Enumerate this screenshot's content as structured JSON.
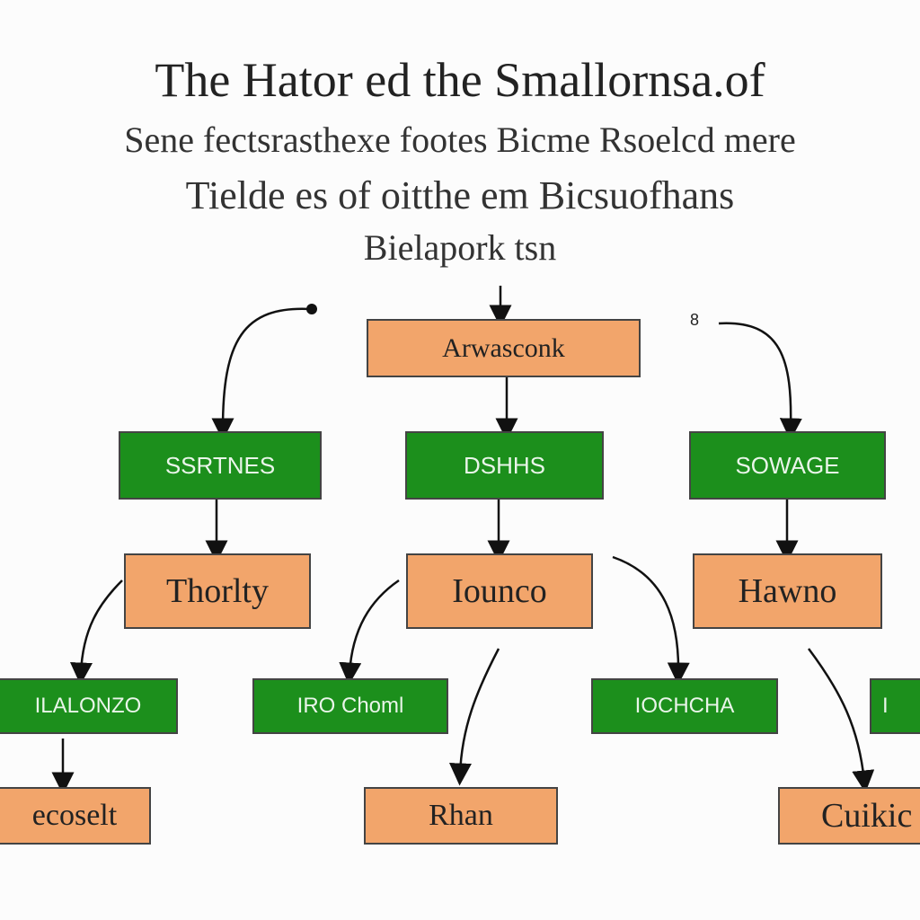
{
  "title": {
    "line1": "The Hator ed the Smallornsa.of",
    "line2": "Sene fectsrasthexe footes Bicme Rsoelcd mere",
    "line3": "Tielde es of oitthe em Bicsuofhans",
    "line4": "Bielapork tsn"
  },
  "side_mark": "8",
  "nodes": {
    "root": "Arwasconk",
    "g1": "SSRTNES",
    "g2": "DSHHS",
    "g3": "SOWAGE",
    "o1": "Thorlty",
    "o2": "Iounco",
    "o3": "Hawno",
    "g4": "ILALONZO",
    "g5": "IRO Choml",
    "g6": "IOCHCHA",
    "g7": "I",
    "o4": "ecoselt",
    "o5": "Rhan",
    "o6": "Cuikic"
  }
}
